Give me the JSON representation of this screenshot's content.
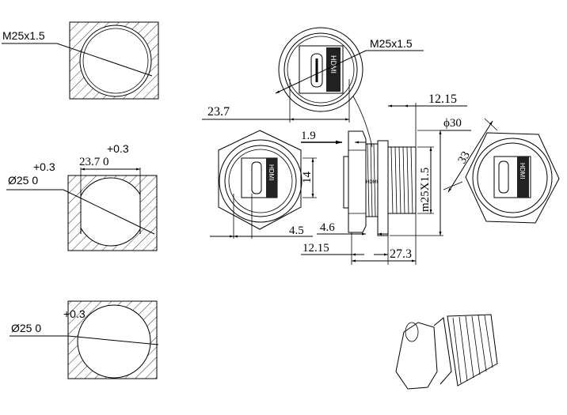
{
  "cutouts": [
    {
      "thread_label": "M25x1.5"
    },
    {
      "width_tolerance": "+0.3",
      "width_label": "23.7 0",
      "dia_tolerance": "+0.3",
      "dia_label": "Ø25 0"
    },
    {
      "dia_tolerance": "+0.3",
      "dia_label": "Ø25 0"
    }
  ],
  "front_view": {
    "thread_label": "M25x1.5",
    "width_label": "23.7",
    "connector_text": "HDMI"
  },
  "hex_view": {
    "height_label": "14",
    "offset_label": "4.5"
  },
  "side_view": {
    "top_length": "12.15",
    "diameter": "ϕ30",
    "thread": "m25X1.5",
    "gap": "1.9",
    "flange": "4.6",
    "bottom_length": "12.15",
    "total_length": "27.3"
  },
  "rear_view": {
    "across_flats": "33"
  }
}
